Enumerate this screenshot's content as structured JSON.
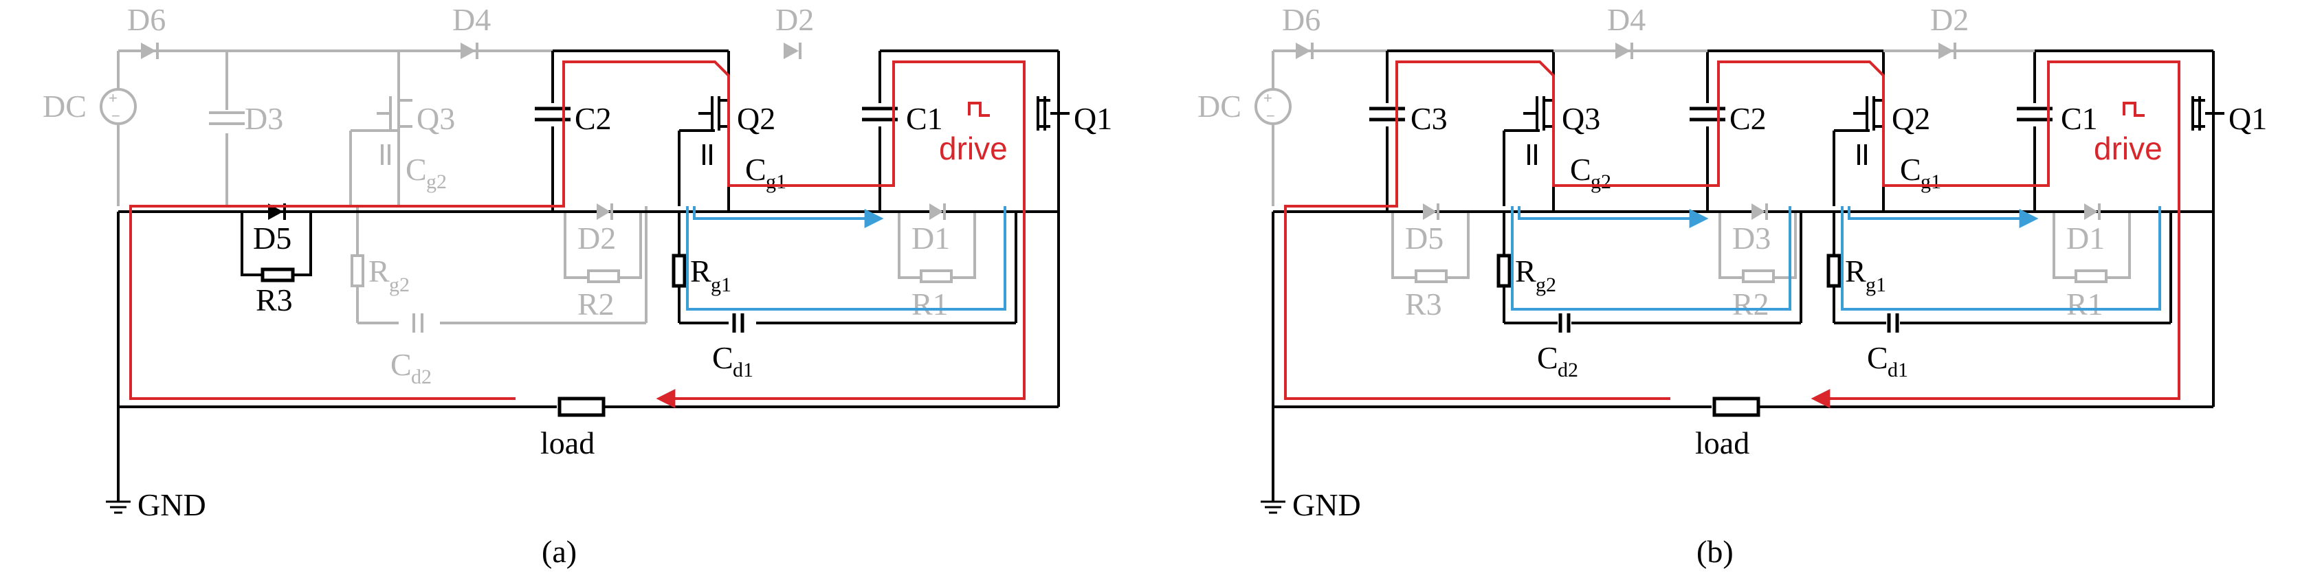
{
  "colors": {
    "active": "#000000",
    "inactive": "#b4b4b4",
    "charge_path": "#d9262b",
    "gate_path": "#3b9ed8"
  },
  "panel_a": {
    "caption": "(a)",
    "top_diodes": [
      "D6",
      "D4",
      "D2"
    ],
    "source": "DC",
    "ground": "GND",
    "load": "load",
    "caps": [
      "D3",
      "C2",
      "C1"
    ],
    "switches": [
      "Q3",
      "Q2",
      "Q1"
    ],
    "gate_caps": {
      "cg2_main": "C",
      "cg2_sub": "g2",
      "cg1_main": "C",
      "cg1_sub": "g1"
    },
    "drive_label": "drive",
    "bottom_diodes": [
      "D5",
      "D2",
      "D1"
    ],
    "resistors": [
      "R3",
      "R2",
      "R1"
    ],
    "gate_res": {
      "rg2_main": "R",
      "rg2_sub": "g2",
      "rg1_main": "R",
      "rg1_sub": "g1"
    },
    "drain_caps": {
      "cd2_main": "C",
      "cd2_sub": "d2",
      "cd1_main": "C",
      "cd1_sub": "d1"
    }
  },
  "panel_b": {
    "caption": "(b)",
    "top_diodes": [
      "D6",
      "D4",
      "D2"
    ],
    "source": "DC",
    "ground": "GND",
    "load": "load",
    "caps": [
      "C3",
      "C2",
      "C1"
    ],
    "switches": [
      "Q3",
      "Q2",
      "Q1"
    ],
    "gate_caps": {
      "cg2_main": "C",
      "cg2_sub": "g2",
      "cg1_main": "C",
      "cg1_sub": "g1"
    },
    "drive_label": "drive",
    "bottom_diodes": [
      "D5",
      "D3",
      "D1"
    ],
    "resistors": [
      "R3",
      "R2",
      "R1"
    ],
    "gate_res": {
      "rg2_main": "R",
      "rg2_sub": "g2",
      "rg1_main": "R",
      "rg1_sub": "g1"
    },
    "drain_caps": {
      "cd2_main": "C",
      "cd2_sub": "d2",
      "cd1_main": "C",
      "cd1_sub": "d1"
    }
  }
}
